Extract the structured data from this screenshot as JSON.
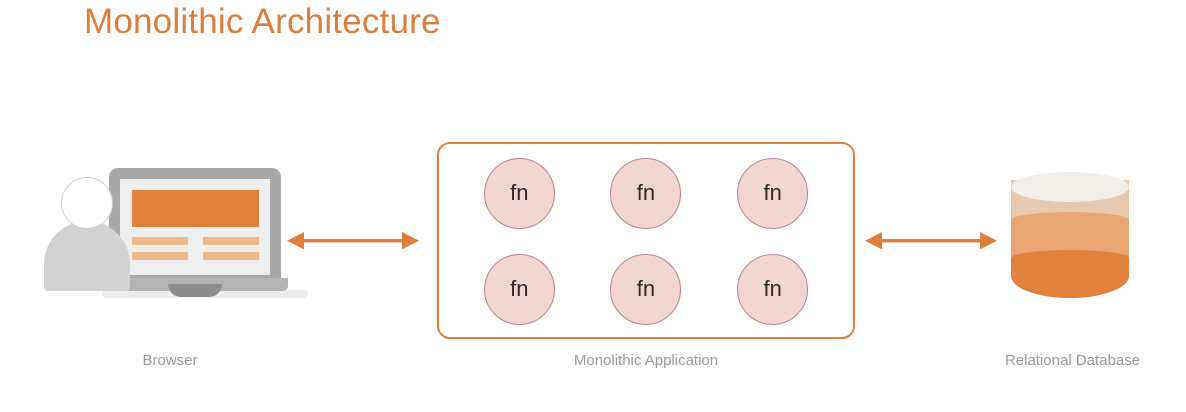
{
  "title": "Monolithic Architecture",
  "theme": {
    "accent_orange": "#dd7e3c",
    "arrow_orange": "#dd7e3c",
    "box_border_orange": "#e0823c",
    "fn_fill_pink": "#f2d4d2",
    "fn_border_rose": "#c08388",
    "caption_gray": "#9a9a9a",
    "device_gray": "#a8a8a8",
    "person_gray": "#d2d2d2",
    "db_top_cream": "#f1ede9",
    "db_band_light": "#e8c9ad",
    "db_band_mid": "#e9a673",
    "db_band_dark": "#e0813c",
    "background": "#ffffff"
  },
  "nodes": {
    "browser": {
      "caption": "Browser",
      "icon": "browser-user-laptop-icon"
    },
    "monolith": {
      "caption": "Monolithic Application",
      "functions": [
        {
          "label": "fn"
        },
        {
          "label": "fn"
        },
        {
          "label": "fn"
        },
        {
          "label": "fn"
        },
        {
          "label": "fn"
        },
        {
          "label": "fn"
        }
      ]
    },
    "database": {
      "caption": "Relational Database",
      "icon": "database-cylinder-icon"
    }
  },
  "connections": [
    {
      "id": "browser-monolith",
      "from": "browser",
      "to": "monolith",
      "style": "double-headed-arrow",
      "icon": "bidirectional-arrow-icon"
    },
    {
      "id": "monolith-database",
      "from": "monolith",
      "to": "database",
      "style": "double-headed-arrow",
      "icon": "bidirectional-arrow-icon"
    }
  ]
}
